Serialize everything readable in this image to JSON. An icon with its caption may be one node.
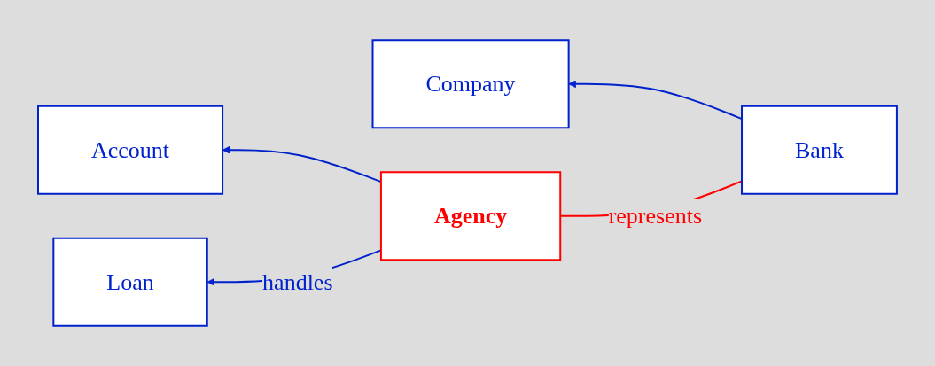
{
  "diagram": {
    "nodes": [
      {
        "text": [
          "Bank"
        ]
      },
      {
        "text": [
          "Company"
        ]
      },
      {
        "text": [
          "Account"
        ]
      },
      {
        "text": [
          "Agency"
        ]
      },
      {
        "text": [
          "Loan"
        ]
      }
    ],
    "edges": [
      {
        "from": 0,
        "to": 1,
        "arrow": "to"
      },
      {
        "from": 3,
        "to": 2,
        "arrow": "to"
      },
      {
        "from": 3,
        "to": 4,
        "arrow": "to",
        "label": "handles"
      },
      {
        "from": 0,
        "to": 3,
        "arrow": "none",
        "label": "represents",
        "color": "#ff0000"
      }
    ]
  }
}
